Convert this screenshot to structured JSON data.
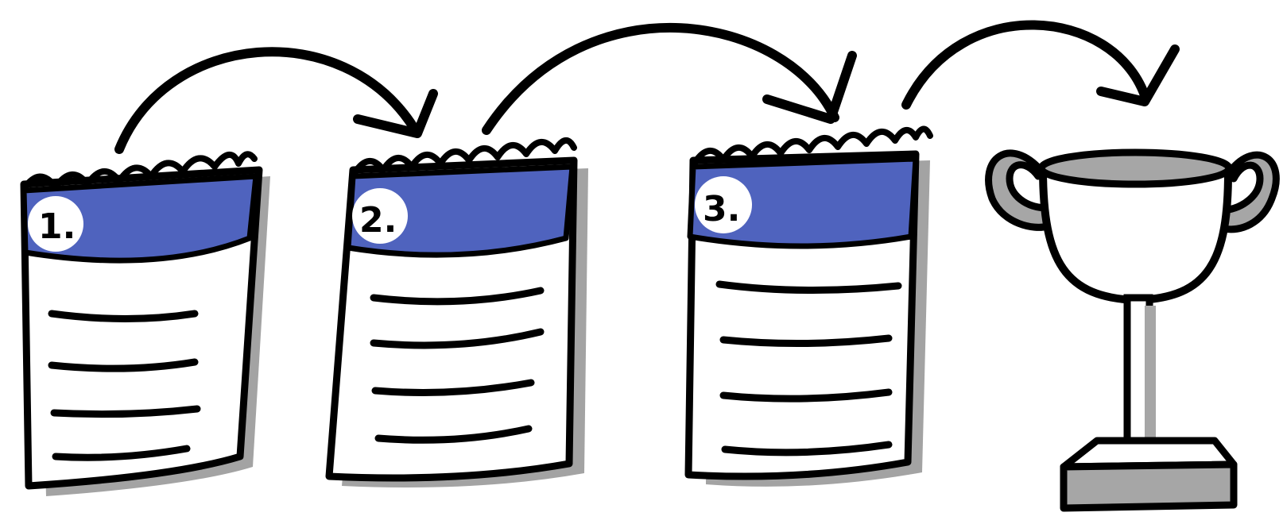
{
  "steps": [
    {
      "label": "1."
    },
    {
      "label": "2."
    },
    {
      "label": "3."
    }
  ],
  "colors": {
    "band": "#4f63be",
    "shadow": "#a3a3a3",
    "ink": "#000000",
    "trophy_fill": "#a6a6a6",
    "background": "#ffffff"
  },
  "icons": {
    "document": "notepad-icon",
    "arrow": "curved-arrow-icon",
    "goal": "trophy-icon"
  }
}
